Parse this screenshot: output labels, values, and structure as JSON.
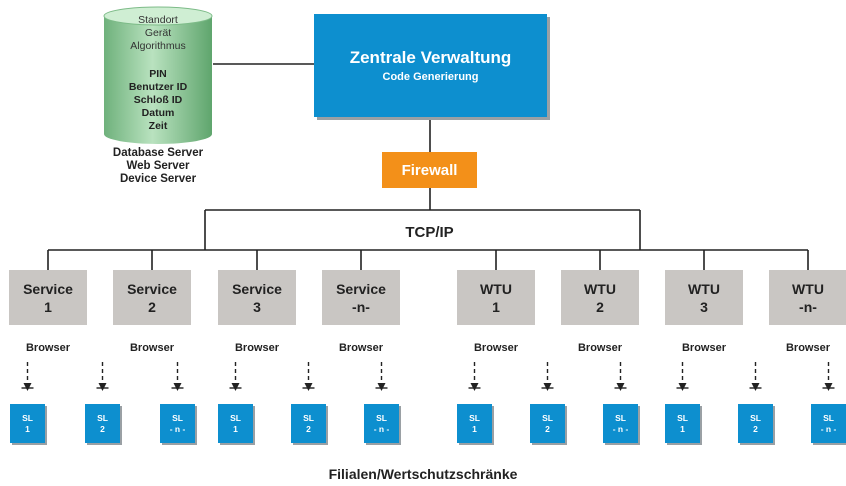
{
  "database": {
    "lines_top": [
      "Standort",
      "Gerät",
      "Algorithmus"
    ],
    "lines_bold": [
      "PIN",
      "Benutzer ID",
      "Schloß  ID",
      "Datum",
      "Zeit"
    ],
    "caption": [
      "Database Server",
      "Web Server",
      "Device Server"
    ]
  },
  "central": {
    "title": "Zentrale Verwaltung",
    "subtitle": "Code Generierung"
  },
  "firewall": "Firewall",
  "network": "TCP/IP",
  "nodes": [
    {
      "line1": "Service",
      "line2": "1"
    },
    {
      "line1": "Service",
      "line2": "2"
    },
    {
      "line1": "Service",
      "line2": "3"
    },
    {
      "line1": "Service",
      "line2": "-n-"
    },
    {
      "line1": "WTU",
      "line2": "1"
    },
    {
      "line1": "WTU",
      "line2": "2"
    },
    {
      "line1": "WTU",
      "line2": "3"
    },
    {
      "line1": "WTU",
      "line2": "-n-"
    }
  ],
  "browser_label": "Browser",
  "terminals": [
    {
      "line1": "SL",
      "line2": "1"
    },
    {
      "line1": "SL",
      "line2": "2"
    },
    {
      "line1": "SL",
      "line2": "- n -"
    },
    {
      "line1": "SL",
      "line2": "1"
    },
    {
      "line1": "SL",
      "line2": "2"
    },
    {
      "line1": "SL",
      "line2": "- n -"
    },
    {
      "line1": "SL",
      "line2": "1"
    },
    {
      "line1": "SL",
      "line2": "2"
    },
    {
      "line1": "SL",
      "line2": "- n -"
    },
    {
      "line1": "SL",
      "line2": "1"
    },
    {
      "line1": "SL",
      "line2": "2"
    },
    {
      "line1": "SL",
      "line2": "- n -"
    }
  ],
  "footer": "Filialen/Wertschutzschränke",
  "colors": {
    "blue": "#0d8fcf",
    "orange": "#f39019",
    "grey": "#c9c6c3",
    "db_green": "#8fc89a"
  }
}
